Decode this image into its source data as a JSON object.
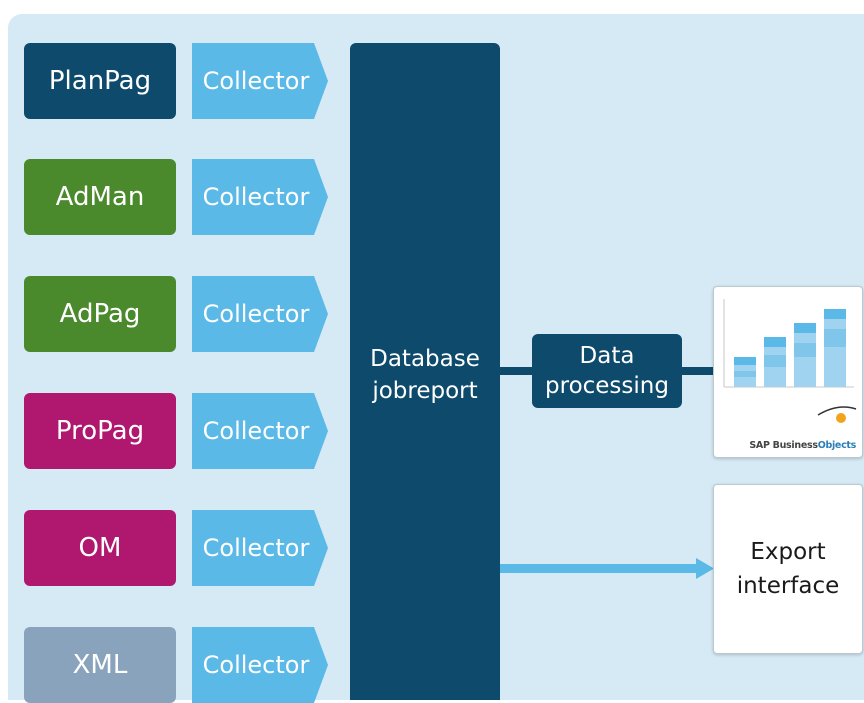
{
  "sources": [
    {
      "label": "PlanPag",
      "color": "#0d4a6b"
    },
    {
      "label": "AdMan",
      "color": "#4a8a2c"
    },
    {
      "label": "AdPag",
      "color": "#4a8a2c"
    },
    {
      "label": "ProPag",
      "color": "#b0186f"
    },
    {
      "label": "OM",
      "color": "#b0186f"
    },
    {
      "label": "XML",
      "color": "#8aa3bd"
    }
  ],
  "collector_label": "Collector",
  "collector_color": "#5ab9e6",
  "database": {
    "line1": "Database",
    "line2": "jobreport"
  },
  "data_processing": {
    "line1": "Data",
    "line2": "processing"
  },
  "business_objects": {
    "brand_sap": "SAP Business",
    "brand_objects": "Objects"
  },
  "export": {
    "line1": "Export",
    "line2": "interface"
  }
}
